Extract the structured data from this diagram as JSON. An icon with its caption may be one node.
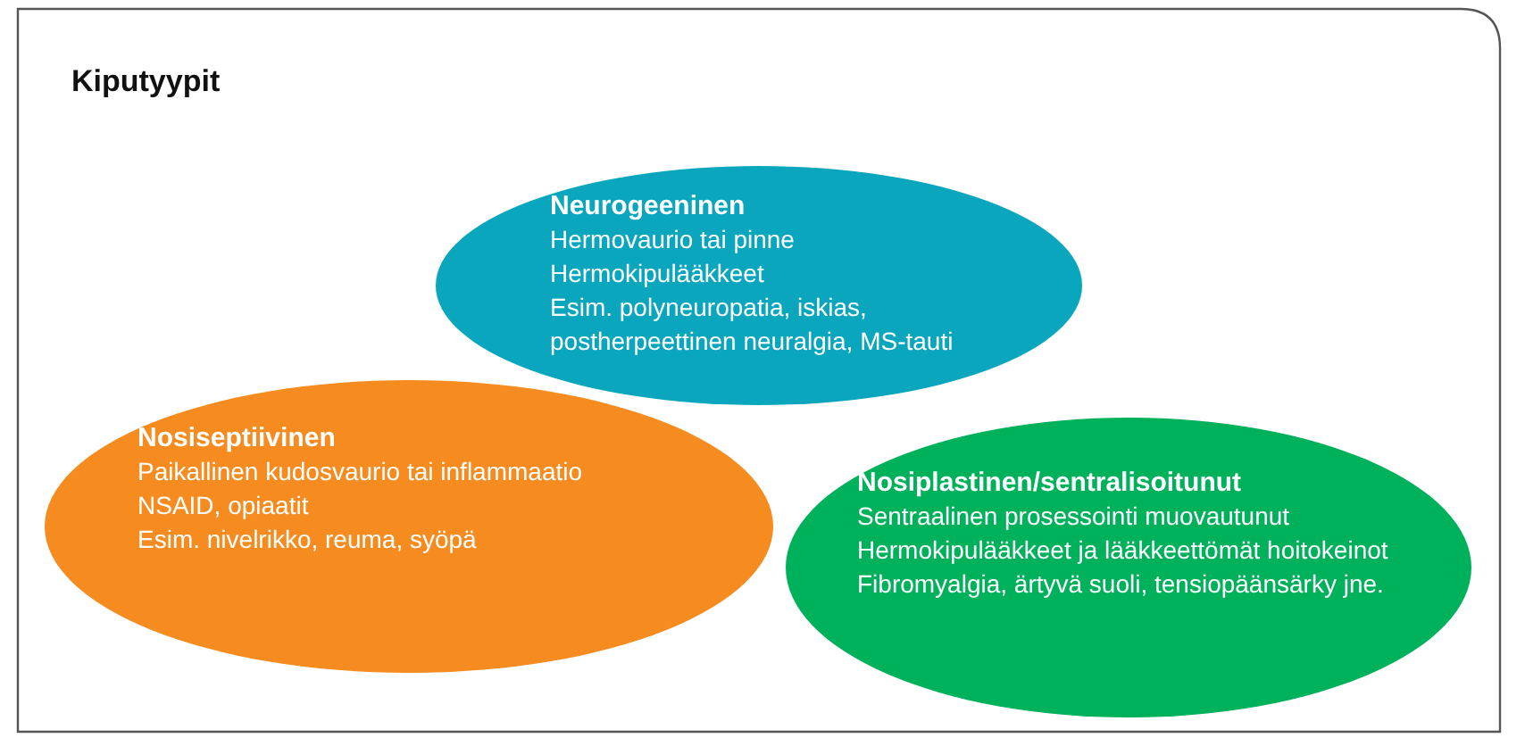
{
  "diagram": {
    "title": "Kiputyypit",
    "nodes": [
      {
        "text": [
          "Neurogeeninen",
          "Hermovaurio tai pinne",
          "Hermokipulääkkeet",
          "Esim. polyneuropatia, iskias, postherpeettinen neuralgia, MS-tauti"
        ]
      },
      {
        "text": [
          "Nosiseptiivinen",
          "Paikallinen kudosvaurio tai inflammaatio",
          "NSAID, opiaatit",
          "Esim. nivelrikko, reuma, syöpä"
        ]
      },
      {
        "text": [
          "Nosiplastinen/sentralisoitunut",
          "Sentraalinen prosessointi muovautunut",
          "Hermokipulääkkeet ja lääkkeettömät hoitokeinot",
          "Fibromyalgia, ärtyvä suoli, tensiopäänsärky  jne."
        ]
      }
    ]
  }
}
